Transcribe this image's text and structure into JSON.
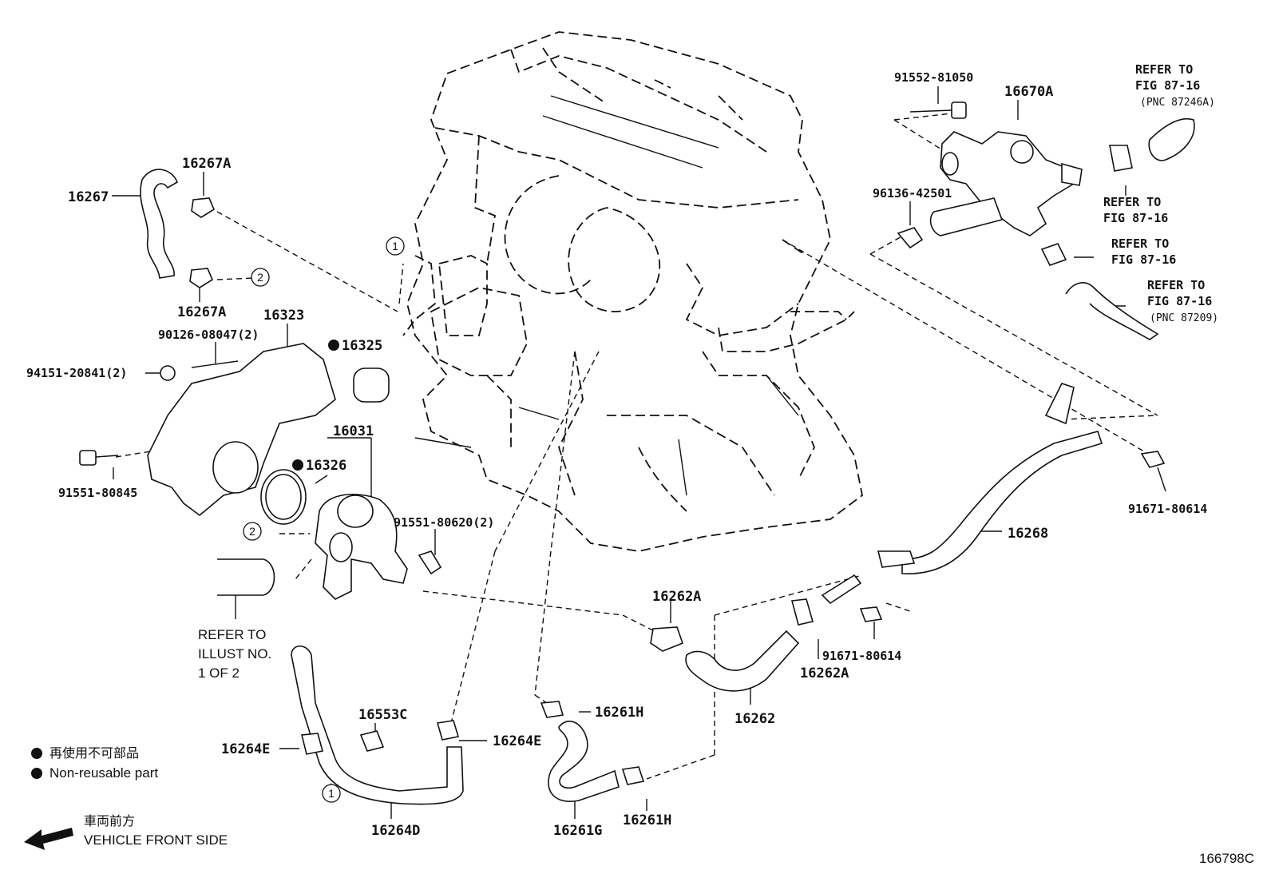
{
  "labels": {
    "p16267": "16267",
    "p16267A_top": "16267A",
    "p16267A_bot": "16267A",
    "p16323": "16323",
    "p90126": "90126-08047(2)",
    "p94151": "94151-20841(2)",
    "p16325": "16325",
    "p16031": "16031",
    "p16326": "16326",
    "p91551_80845": "91551-80845",
    "p91551_80620": "91551-80620(2)",
    "p91552": "91552-81050",
    "p16670A": "16670A",
    "p96136": "96136-42501",
    "p91671_top": "91671-80614",
    "p91671_bot": "91671-80614",
    "p16268": "16268",
    "p16262A_top": "16262A",
    "p16262A_bot": "16262A",
    "p16262": "16262",
    "p16261H_top": "16261H",
    "p16261H_bot": "16261H",
    "p16261G": "16261G",
    "p16264E_left": "16264E",
    "p16264E_right": "16264E",
    "p16553C": "16553C",
    "p16264D": "16264D",
    "diagram_id": "166798C"
  },
  "refs": {
    "r1_a": "REFER TO",
    "r1_b": "FIG 87-16",
    "r1_c": "(PNC 87246A)",
    "r2_a": "REFER TO",
    "r2_b": "FIG 87-16",
    "r3_a": "REFER TO",
    "r3_b": "FIG 87-16",
    "r4_a": "REFER TO",
    "r4_b": "FIG 87-16",
    "r4_c": "(PNC 87209)",
    "illust_a": "REFER TO",
    "illust_b": "ILLUST NO.",
    "illust_c": "1 OF 2"
  },
  "markers": {
    "m1": "1",
    "m2": "2"
  },
  "legend": {
    "nonreusable_jp": "再使用不可部品",
    "nonreusable_en": "Non-reusable part",
    "front_jp": "車両前方",
    "front_en": "VEHICLE FRONT SIDE"
  },
  "icons": {
    "bullet": "filled-circle-icon",
    "arrow": "front-arrow-icon"
  }
}
